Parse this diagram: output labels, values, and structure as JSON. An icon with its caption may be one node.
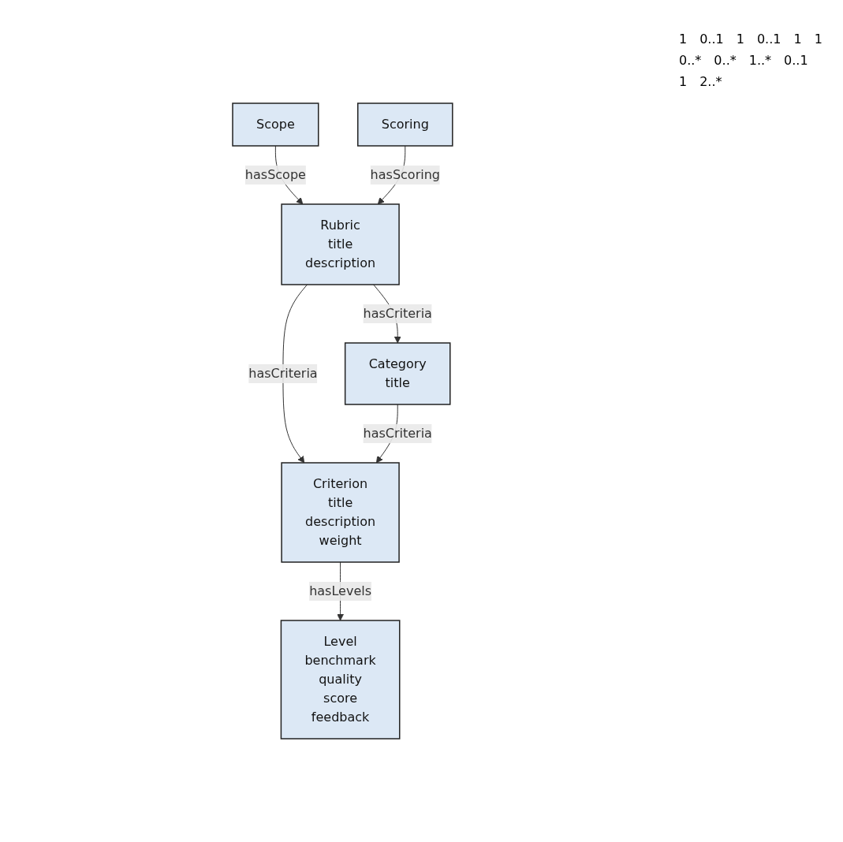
{
  "diagram": {
    "nodes": [
      {
        "text": [
          "Rubric",
          "title",
          "description"
        ]
      },
      {
        "text": [
          "Scope"
        ]
      },
      {
        "text": [
          "Scoring"
        ]
      },
      {
        "text": [
          "Criterion",
          "title",
          "description",
          "weight"
        ]
      },
      {
        "text": [
          "Category",
          "title"
        ]
      },
      {
        "text": [
          "Level",
          "benchmark",
          "quality",
          "score",
          "feedback"
        ]
      }
    ],
    "edges": [
      {
        "from": 1,
        "to": 0,
        "arrow": "to",
        "label": "hasScope"
      },
      {
        "from": 2,
        "to": 0,
        "arrow": "to",
        "label": "hasScoring"
      },
      {
        "from": 0,
        "to": 3,
        "arrow": "to",
        "label": "hasCriteria"
      },
      {
        "from": 0,
        "to": 4,
        "arrow": "to",
        "label": "hasCriteria"
      },
      {
        "from": 4,
        "to": 3,
        "arrow": "to",
        "label": "hasCriteria"
      },
      {
        "from": 3,
        "to": 5,
        "arrow": "to",
        "label": "hasLevels"
      }
    ],
    "labels": [
      "1",
      "0..1",
      "1",
      "0..1",
      "1",
      "1",
      "0..*",
      "0..*",
      "1..*",
      "0..1",
      "1",
      "2..*"
    ]
  }
}
